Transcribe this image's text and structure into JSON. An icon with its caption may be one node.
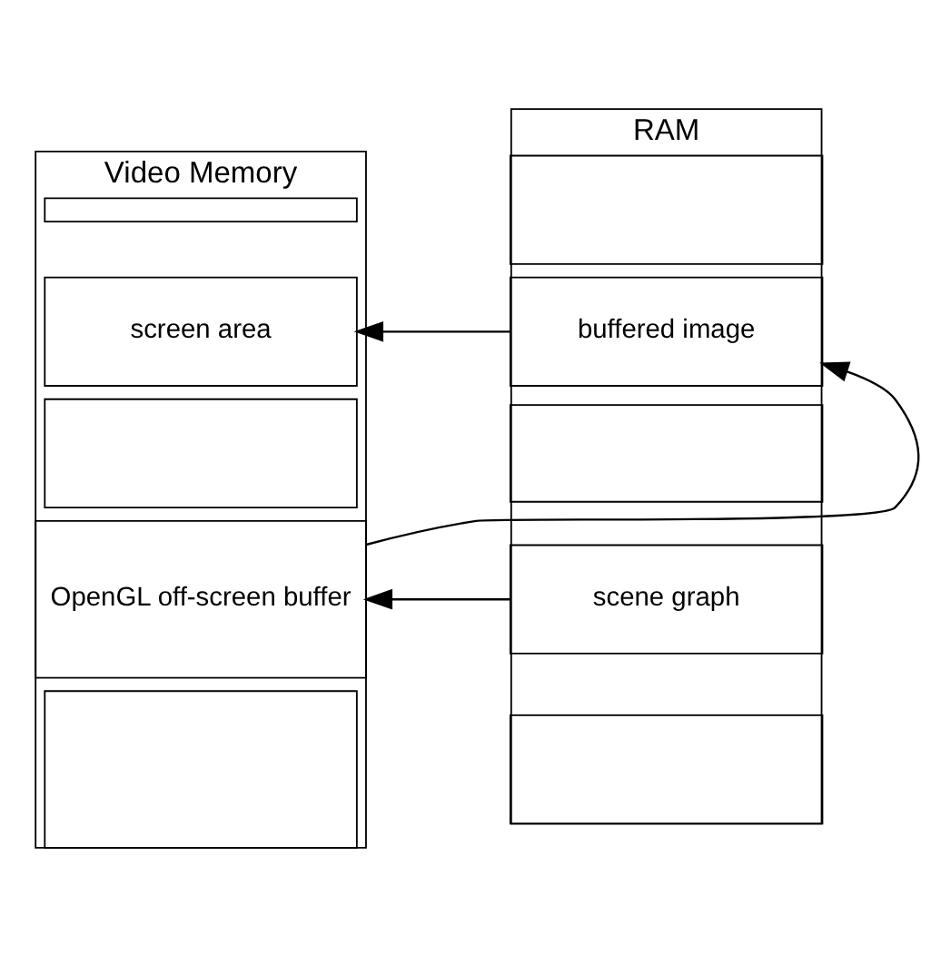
{
  "diagram": {
    "nodes": [
      {
        "text": [
          "Video Memory"
        ]
      },
      {
        "text": [],
        "shape": "box",
        "in": 0
      },
      {
        "text": [
          "screen area"
        ],
        "in": 0
      },
      {
        "text": [],
        "shape": "box",
        "in": 0
      },
      {
        "text": [
          "OpenGL off-screen buffer"
        ],
        "in": 0
      },
      {
        "text": [],
        "shape": "box",
        "in": 0
      },
      {
        "text": [
          "RAM"
        ]
      },
      {
        "text": [],
        "shape": "box",
        "in": 6
      },
      {
        "text": [
          "buffered image"
        ],
        "in": 6
      },
      {
        "text": [],
        "shape": "box",
        "in": 6
      },
      {
        "text": [
          "scene graph"
        ],
        "in": 6
      },
      {
        "text": [],
        "shape": "box",
        "in": 6
      }
    ],
    "edges": [
      {
        "from": 8,
        "to": 2,
        "arrow": "to"
      },
      {
        "from": 4,
        "to": 8,
        "arrow": "to"
      },
      {
        "from": 10,
        "to": 4,
        "arrow": "to"
      }
    ]
  }
}
